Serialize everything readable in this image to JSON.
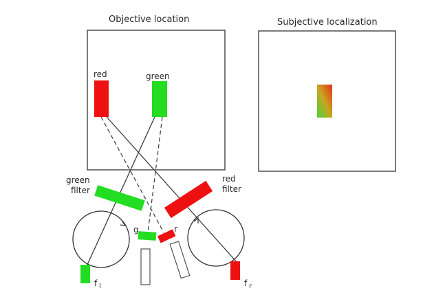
{
  "titles": {
    "objective": "Objective location",
    "subjective": "Subjective localization"
  },
  "labels": {
    "red": "red",
    "green": "green",
    "green_filter": "green\nfilter",
    "red_filter": "red\nfilter",
    "g": "g",
    "r": "r",
    "f_left": "f",
    "f_left_sub": "l",
    "f_right": "f",
    "f_right_sub": "r"
  },
  "colors": {
    "red": "#ee1111",
    "green": "#22dd22",
    "line": "#3a3a3a"
  }
}
